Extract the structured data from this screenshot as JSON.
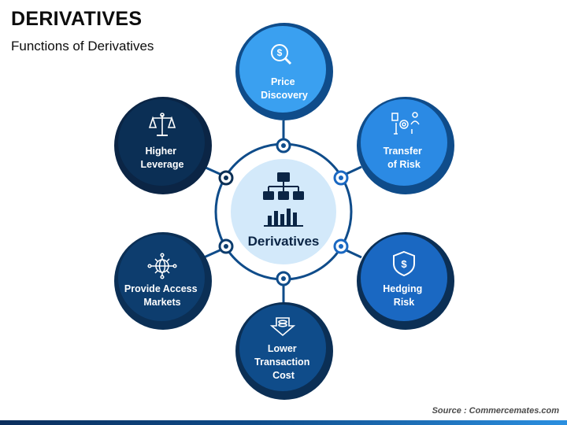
{
  "header": {
    "title": "DERIVATIVES",
    "subtitle": "Functions of Derivatives"
  },
  "center": {
    "label": "Derivatives",
    "icon": "hierarchy-chart-icon"
  },
  "nodes": [
    {
      "id": "price",
      "lines": [
        "Price",
        "Discovery"
      ],
      "icon": "dollar-search-icon",
      "color": "#3aa0f0"
    },
    {
      "id": "transfer",
      "lines": [
        "Transfer",
        "of Risk"
      ],
      "icon": "transfer-people-icon",
      "color": "#2b8ae4"
    },
    {
      "id": "hedging",
      "lines": [
        "Hedging",
        "Risk"
      ],
      "icon": "dollar-shield-icon",
      "color": "#1a68c2"
    },
    {
      "id": "lower",
      "lines": [
        "Lower",
        "Transaction",
        "Cost"
      ],
      "icon": "coins-down-icon",
      "color": "#0f4c8a"
    },
    {
      "id": "access",
      "lines": [
        "Provide Access",
        "Markets"
      ],
      "icon": "globe-network-icon",
      "color": "#0d3d6e"
    },
    {
      "id": "leverage",
      "lines": [
        "Higher",
        "Leverage"
      ],
      "icon": "balance-scale-icon",
      "color": "#0b2f55"
    }
  ],
  "footer": {
    "source": "Source : Commercemates.com"
  },
  "colors": {
    "center_fill": "#d3e9fa",
    "ring": "#0f4c8a",
    "connector": "#0f4c8a"
  }
}
